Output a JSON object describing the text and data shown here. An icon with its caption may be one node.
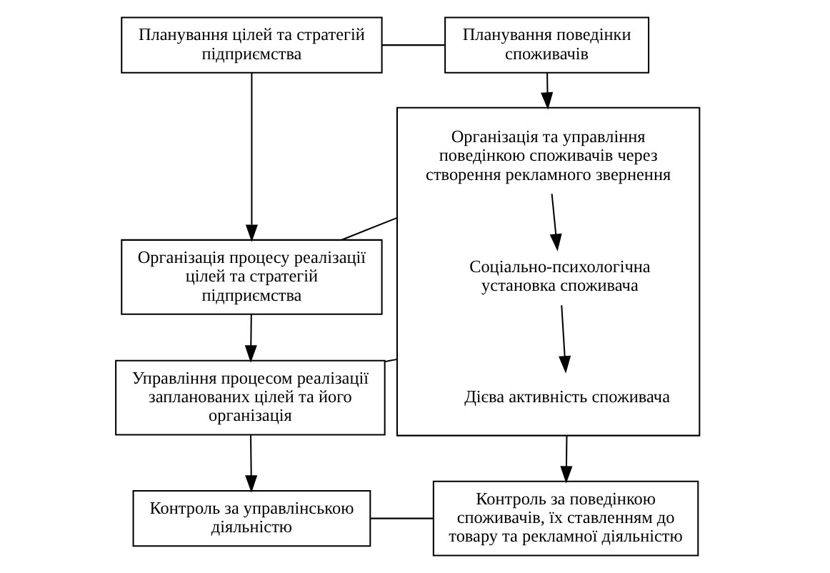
{
  "diagram": {
    "nodes": [
      {
        "text": [
          "Планування цілей та стратегій підприємства"
        ]
      },
      {
        "text": [
          "Планування поведінки споживачів"
        ]
      },
      {
        "text": [
          "Організація процесу реалізації цілей та стратегій підприємства"
        ]
      },
      {
        "text": [],
        "shape": "box"
      },
      {
        "text": [
          "Організація та управління поведінкою споживачів через створення рекламного звернення"
        ],
        "in": 3
      },
      {
        "text": [
          "Соціально-психологічна установка споживача"
        ],
        "in": 3
      },
      {
        "text": [
          "Дієва активність споживача"
        ],
        "in": 3
      },
      {
        "text": [
          "Управління процесом реалізації запланованих цілей та його організація"
        ]
      },
      {
        "text": [
          "Контроль за управлінською діяльністю"
        ]
      },
      {
        "text": [
          "Контроль за поведінкою споживачів, їх ставленням до товару та рекламної діяльністю"
        ]
      }
    ],
    "edges": [
      {
        "from": 0,
        "to": 1,
        "arrow": "none"
      },
      {
        "from": 0,
        "to": 2,
        "arrow": "to"
      },
      {
        "from": 1,
        "to": 3,
        "arrow": "to"
      },
      {
        "from": 2,
        "to": 3,
        "arrow": "none"
      },
      {
        "from": 4,
        "to": 5,
        "arrow": "to"
      },
      {
        "from": 5,
        "to": 6,
        "arrow": "to"
      },
      {
        "from": 2,
        "to": 7,
        "arrow": "to"
      },
      {
        "from": 7,
        "to": 3,
        "arrow": "none"
      },
      {
        "from": 7,
        "to": 8,
        "arrow": "to"
      },
      {
        "from": 3,
        "to": 9,
        "arrow": "to"
      },
      {
        "from": 8,
        "to": 9,
        "arrow": "none"
      }
    ]
  }
}
